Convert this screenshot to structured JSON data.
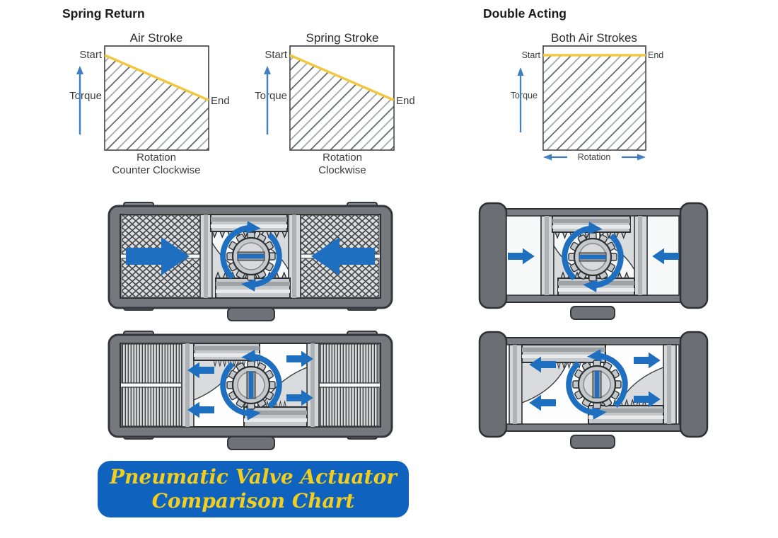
{
  "headings": {
    "spring_return": "Spring Return",
    "double_acting": "Double Acting"
  },
  "charts": [
    {
      "title": "Air Stroke",
      "y_label": "Torque",
      "start_label": "Start",
      "end_label": "End",
      "x_line1": "Rotation",
      "x_line2": "Counter Clockwise",
      "curve": "torque declines from Start (high, left) to End (mid, right)",
      "line": {
        "x1_frac": 0,
        "y1_frac": 0.088,
        "x2_frac": 1,
        "y2_frac": 0.52
      }
    },
    {
      "title": "Spring Stroke",
      "y_label": "Torque",
      "start_label": "Start",
      "end_label": "End",
      "x_line1": "Rotation",
      "x_line2": "Clockwise",
      "curve": "torque declines from Start (high, left) to End (mid, right)",
      "line": {
        "x1_frac": 0,
        "y1_frac": 0.088,
        "x2_frac": 1,
        "y2_frac": 0.52
      }
    },
    {
      "title": "Both Air Strokes",
      "y_label": "Torque",
      "start_label": "Start",
      "end_label": "End",
      "x_line1": "Rotation",
      "x_line2": "",
      "curve": "torque constant (flat line) from Start to End",
      "line": {
        "x1_frac": 0,
        "y1_frac": 0.088,
        "x2_frac": 1,
        "y2_frac": 0.088
      }
    }
  ],
  "diagrams": [
    {
      "name": "spring-return-air-stroke-actuator",
      "springs": "extended, both sides",
      "air_arrows": "large, pointing inward",
      "pinion_rotation_arrows": "clockwise",
      "slot": "horizontal"
    },
    {
      "name": "spring-return-spring-stroke-actuator",
      "springs": "compressed at ends",
      "air_arrows": "small, pointing outward",
      "pinion_rotation_arrows": "counter-clockwise",
      "slot": "vertical"
    },
    {
      "name": "double-acting-stroke-1-actuator",
      "springs": "none",
      "air_arrows": "small, pointing inward",
      "pinion_rotation_arrows": "clockwise",
      "slot": "horizontal"
    },
    {
      "name": "double-acting-stroke-2-actuator",
      "springs": "none",
      "air_arrows": "small, pointing outward",
      "pinion_rotation_arrows": "counter-clockwise",
      "slot": "vertical"
    }
  ],
  "banner": {
    "line1": "Pneumatic Valve Actuator",
    "line2": "Comparison Chart"
  },
  "colors": {
    "arrow_blue": "#1e6fc0",
    "axis_arrow_blue": "#3f7fc4",
    "torque_line_yellow": "#f2c73b",
    "banner_blue": "#0f63be",
    "banner_yellow": "#f2cf1e",
    "housing_gray": "#75797e",
    "hatch_dark": "#55585b",
    "hatch_light": "#9b9ea1"
  }
}
